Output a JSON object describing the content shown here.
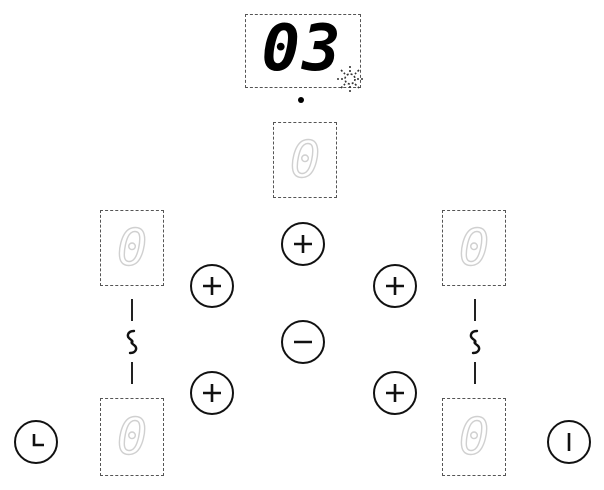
{
  "display": {
    "main_value": "03",
    "zone_top": "0",
    "zone_left_top": "0",
    "zone_left_bottom": "0",
    "zone_right_top": "0",
    "zone_right_bottom": "0"
  },
  "icons": {
    "plus": "plus-icon",
    "minus": "minus-icon",
    "link": "link-icon",
    "timer": "timer-icon",
    "power": "power-icon",
    "sparkle": "sparkle-icon"
  },
  "colors": {
    "active_digit": "#000000",
    "inactive_digit": "#d0d0d0",
    "outline": "#111111"
  }
}
